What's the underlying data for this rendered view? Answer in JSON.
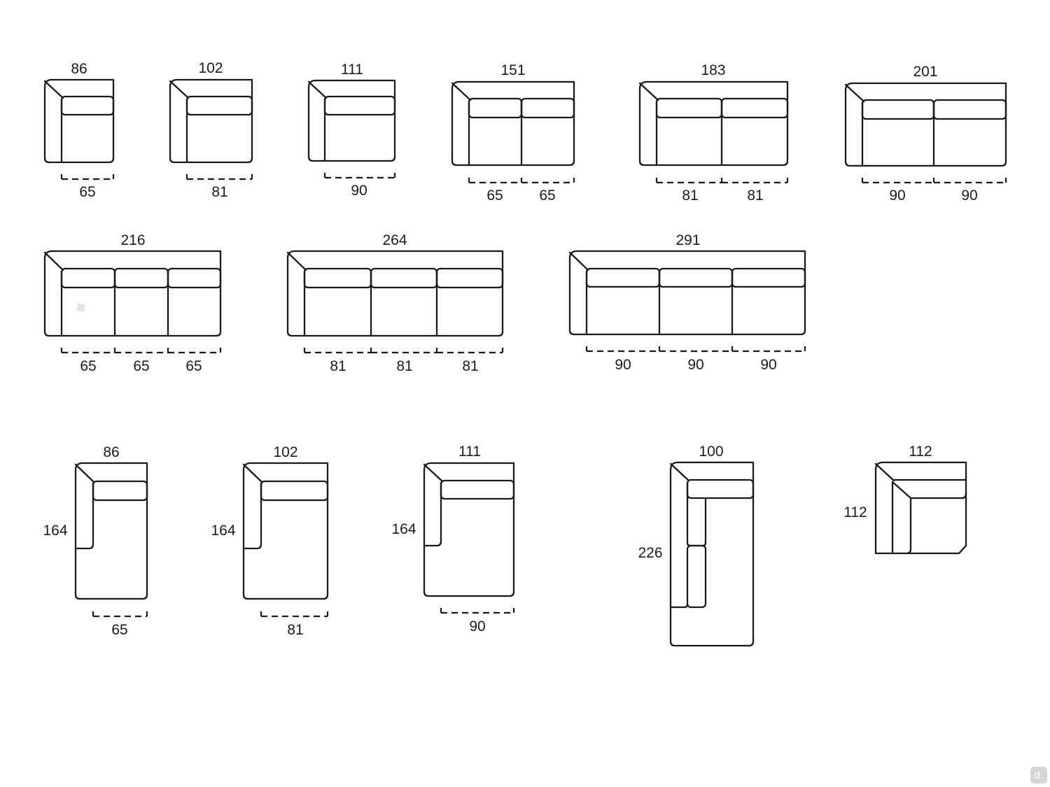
{
  "modules": [
    {
      "name": "module-1-seat-86",
      "width_label": "86",
      "seat_labels": [
        "65"
      ]
    },
    {
      "name": "module-1-seat-102",
      "width_label": "102",
      "seat_labels": [
        "81"
      ]
    },
    {
      "name": "module-1-seat-111",
      "width_label": "111",
      "seat_labels": [
        "90"
      ]
    },
    {
      "name": "module-2-seat-151",
      "width_label": "151",
      "seat_labels": [
        "65",
        "65"
      ]
    },
    {
      "name": "module-2-seat-183",
      "width_label": "183",
      "seat_labels": [
        "81",
        "81"
      ]
    },
    {
      "name": "module-2-seat-201",
      "width_label": "201",
      "seat_labels": [
        "90",
        "90"
      ]
    },
    {
      "name": "module-3-seat-216",
      "width_label": "216",
      "seat_labels": [
        "65",
        "65",
        "65"
      ]
    },
    {
      "name": "module-3-seat-264",
      "width_label": "264",
      "seat_labels": [
        "81",
        "81",
        "81"
      ]
    },
    {
      "name": "module-3-seat-291",
      "width_label": "291",
      "seat_labels": [
        "90",
        "90",
        "90"
      ]
    },
    {
      "name": "chaise-86",
      "width_label": "86",
      "depth_label": "164",
      "seat_labels": [
        "65"
      ]
    },
    {
      "name": "chaise-102",
      "width_label": "102",
      "depth_label": "164",
      "seat_labels": [
        "81"
      ]
    },
    {
      "name": "chaise-111",
      "width_label": "111",
      "depth_label": "164",
      "seat_labels": [
        "90"
      ]
    },
    {
      "name": "long-chaise-100",
      "width_label": "100",
      "depth_label": "226",
      "seat_labels": []
    },
    {
      "name": "corner-112",
      "width_label": "112",
      "depth_label": "112",
      "seat_labels": []
    }
  ],
  "watermark": "d."
}
